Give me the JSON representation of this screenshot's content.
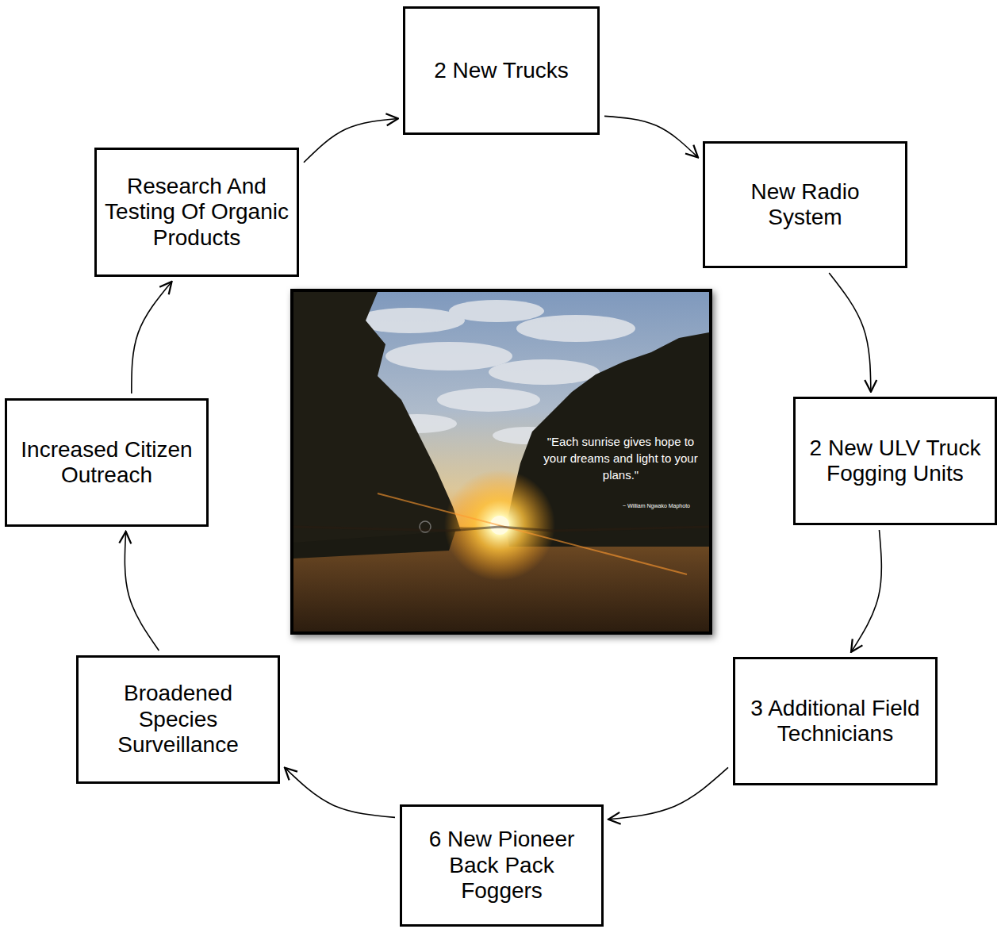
{
  "diagram": {
    "nodes": [
      {
        "text": [
          "2 New Trucks"
        ]
      },
      {
        "text": [
          "New Radio System"
        ]
      },
      {
        "text": [
          "2 New ULV Truck Fogging Units"
        ]
      },
      {
        "text": [
          "3 Additional Field Technicians"
        ]
      },
      {
        "text": [
          "6 New Pioneer Back Pack Foggers"
        ]
      },
      {
        "text": [
          "Broadened Species Surveillance"
        ]
      },
      {
        "text": [
          "Increased Citizen Outreach"
        ]
      },
      {
        "text": [
          "Research And Testing Of Organic Products"
        ]
      }
    ],
    "edges": [
      {
        "from": 0,
        "to": 1,
        "arrow": "to"
      },
      {
        "from": 1,
        "to": 2,
        "arrow": "to"
      },
      {
        "from": 2,
        "to": 3,
        "arrow": "to"
      },
      {
        "from": 3,
        "to": 4,
        "arrow": "to"
      },
      {
        "from": 4,
        "to": 5,
        "arrow": "to"
      },
      {
        "from": 5,
        "to": 6,
        "arrow": "to"
      },
      {
        "from": 6,
        "to": 7,
        "arrow": "to"
      },
      {
        "from": 7,
        "to": 0,
        "arrow": "to"
      }
    ],
    "labels": [
      "\"Each sunrise gives hope to your dreams and light to your plans.\"",
      "~ William Ngwako Maphoto"
    ]
  }
}
